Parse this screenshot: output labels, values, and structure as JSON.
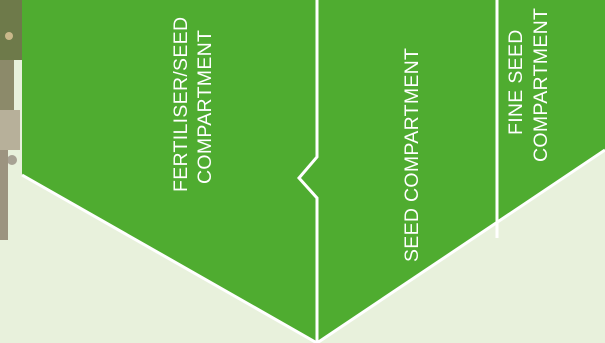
{
  "diagram": {
    "compartments": [
      {
        "label_line1": "FERTILISER/SEED",
        "label_line2": "COMPARTMENT"
      },
      {
        "label_line1": "SEED COMPARTMENT"
      },
      {
        "label_line1": "FINE SEED",
        "label_line2": "COMPARTMENT"
      }
    ]
  },
  "colors": {
    "hopper_green": "#4fac30",
    "divider": "#ffffff",
    "background": "#e8f1dc"
  }
}
